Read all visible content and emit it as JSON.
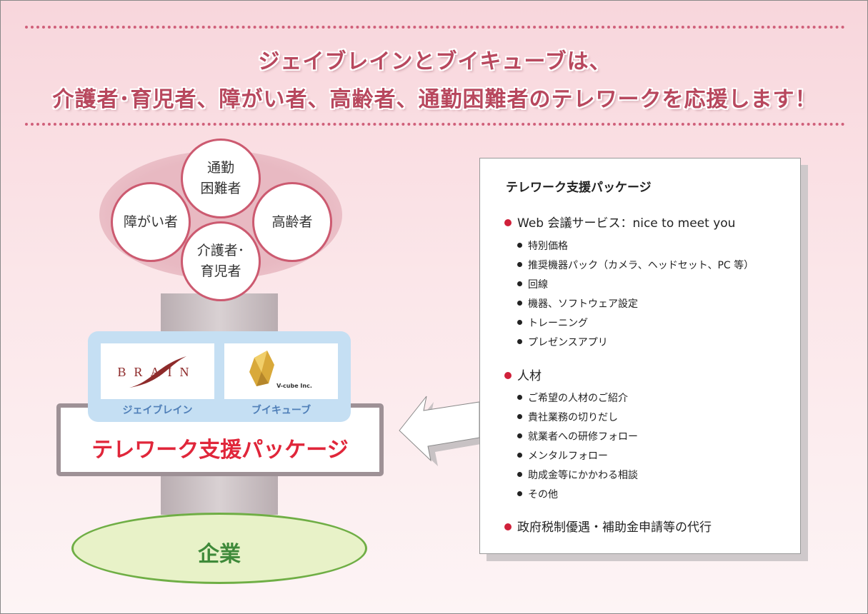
{
  "title": {
    "line1": "ジェイブレインとブイキューブは、",
    "line2": "介護者･育児者、障がい者、高齢者、通勤困難者のテレワークを応援します！"
  },
  "targets": [
    {
      "label": "通勤\n困難者"
    },
    {
      "label": "障がい者"
    },
    {
      "label": "高齢者"
    },
    {
      "label": "介護者･\n育児者"
    }
  ],
  "partners": [
    {
      "logo_text": "BRAIN",
      "label": "ジェイブレイン"
    },
    {
      "logo_text": "V-cube Inc.",
      "label": "ブイキューブ"
    }
  ],
  "package_label": "テレワーク支援パッケージ",
  "company_label": "企業",
  "panel": {
    "title": "テレワーク支援パッケージ",
    "sections": [
      {
        "label": "Web 会議サービス：nice to meet you",
        "items": [
          "特別価格",
          "推奨機器パック（カメラ、ヘッドセット、PC 等）",
          "回線",
          "機器、ソフトウェア設定",
          "トレーニング",
          "プレゼンスアプリ"
        ]
      },
      {
        "label": "人材",
        "items": [
          "ご希望の人材のご紹介",
          "貴社業務の切りだし",
          "就業者への研修フォロー",
          "メンタルフォロー",
          "助成金等にかかわる相談",
          "その他"
        ]
      },
      {
        "label": "政府税制優遇・補助金申請等の代行",
        "items": []
      }
    ]
  },
  "colors": {
    "accent": "#b8485e",
    "package_red": "#e0263a",
    "company_green": "#3f8a3a"
  }
}
